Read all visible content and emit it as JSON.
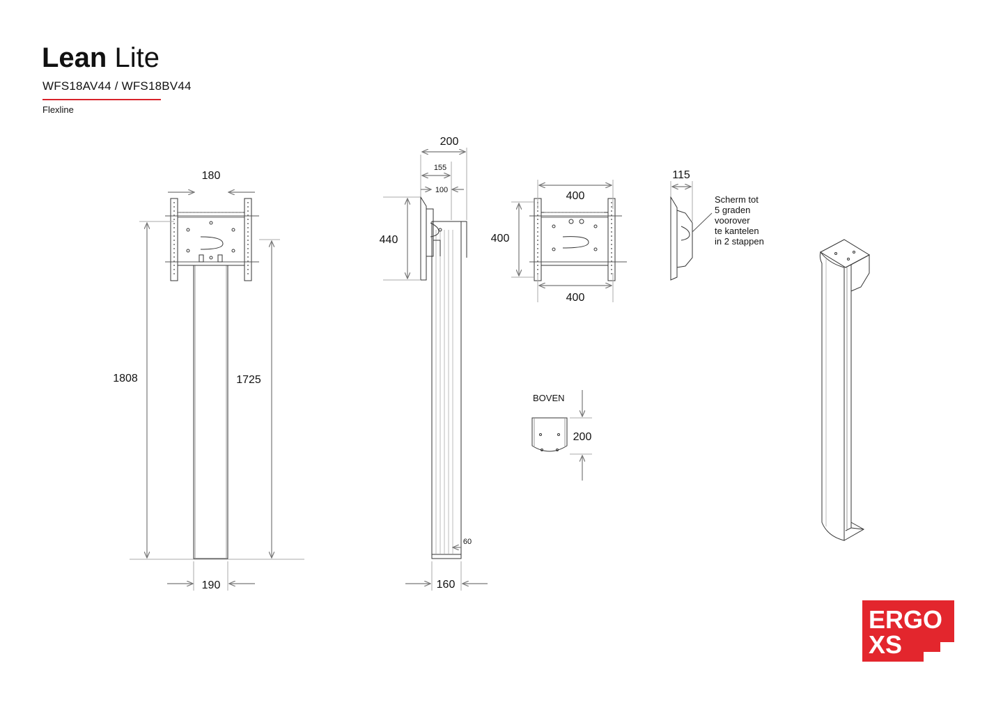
{
  "header": {
    "title_bold": "Lean",
    "title_light": "Lite",
    "model": "WFS18AV44 / WFS18BV44",
    "series": "Flexline",
    "accent_color": "#d8222a"
  },
  "front_view": {
    "top_width": "180",
    "total_height": "1808",
    "column_height": "1725",
    "base_width": "190"
  },
  "side_view": {
    "overall_depth": "200",
    "depth_155": "155",
    "depth_100": "100",
    "mount_height": "440",
    "base_offset": "60",
    "base_depth": "160"
  },
  "vesa_view": {
    "width_top": "400",
    "height": "400",
    "width_bottom": "400"
  },
  "tilt_view": {
    "depth": "115",
    "note_lines": [
      "Scherm tot",
      "5 graden",
      "voorover",
      "te kantelen",
      "in 2 stappen"
    ]
  },
  "top_view": {
    "label": "BOVEN",
    "depth": "200"
  },
  "logo": {
    "line1": "ERGO",
    "line2": "XS",
    "color": "#e3262d"
  }
}
